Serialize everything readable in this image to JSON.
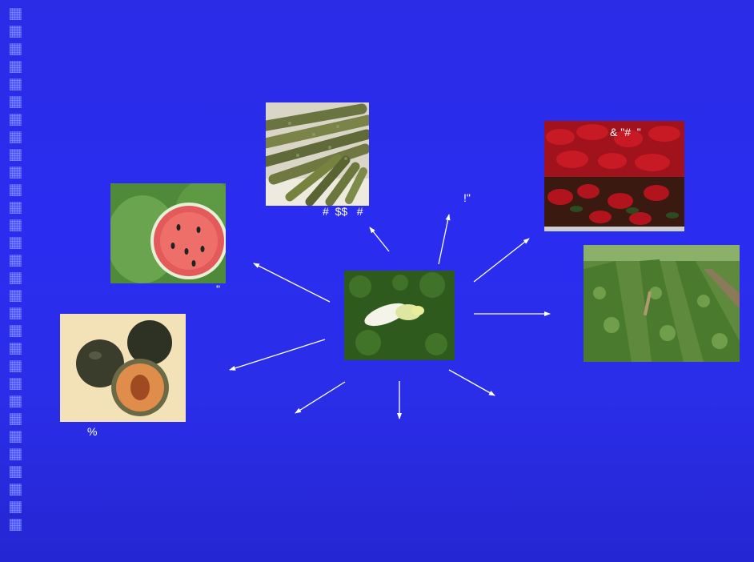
{
  "labels": {
    "asparagus": "#  $$   #",
    "weed": "!\"",
    "poinsettia": "& \"#  \"",
    "watermelon": "\"",
    "melon": "%"
  },
  "colors": {
    "background": "#2a2df0",
    "arrow": "#ffffff"
  },
  "images": {
    "center": "whitefly-photo",
    "asparagus": "asparagus-photo",
    "poinsettia": "poinsettia-photo",
    "watermelon": "watermelon-photo",
    "field": "crop-field-photo",
    "melon": "melon-photo"
  }
}
